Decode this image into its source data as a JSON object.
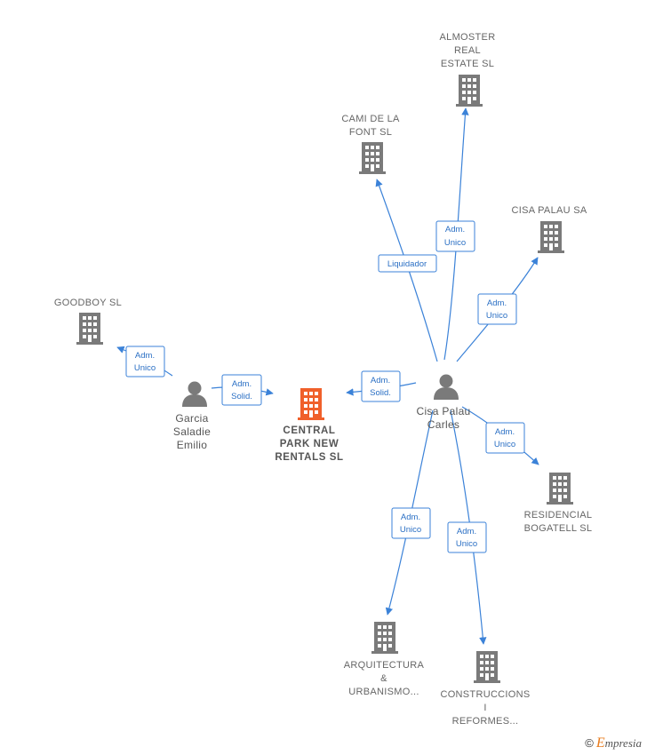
{
  "colors": {
    "edge": "#3b82d8",
    "company": "#7a7a7a",
    "main_company": "#f0602a",
    "person": "#7a7a7a"
  },
  "nodes": {
    "almoster": {
      "lines": [
        "ALMOSTER",
        "REAL",
        "ESTATE  SL"
      ],
      "type": "company"
    },
    "cami": {
      "lines": [
        "CAMI DE LA",
        "FONT  SL"
      ],
      "type": "company"
    },
    "cisa_sa": {
      "lines": [
        "CISA PALAU SA"
      ],
      "type": "company"
    },
    "goodboy": {
      "lines": [
        "GOODBOY SL"
      ],
      "type": "company"
    },
    "central": {
      "lines": [
        "CENTRAL",
        "PARK NEW",
        "RENTALS  SL"
      ],
      "type": "main"
    },
    "garcia": {
      "lines": [
        "Garcia",
        "Saladie",
        "Emilio"
      ],
      "type": "person"
    },
    "cisa_carles": {
      "lines": [
        "Cisa Palau",
        "Carles"
      ],
      "type": "person"
    },
    "residencial": {
      "lines": [
        "RESIDENCIAL",
        "BOGATELL  SL"
      ],
      "type": "company"
    },
    "arquitectura": {
      "lines": [
        "ARQUITECTURA",
        "&",
        "URBANISMO..."
      ],
      "type": "company"
    },
    "construccions": {
      "lines": [
        "CONSTRUCCIONS",
        "I",
        "REFORMES..."
      ],
      "type": "company"
    }
  },
  "edges": {
    "carles_almoster": {
      "role": [
        "Adm.",
        "Unico"
      ]
    },
    "carles_cami": {
      "role": [
        "Liquidador"
      ]
    },
    "carles_cisa_sa": {
      "role": [
        "Adm.",
        "Unico"
      ]
    },
    "carles_central": {
      "role": [
        "Adm.",
        "Solid."
      ]
    },
    "garcia_central": {
      "role": [
        "Adm.",
        "Solid."
      ]
    },
    "garcia_goodboy": {
      "role": [
        "Adm.",
        "Unico"
      ]
    },
    "carles_residencial": {
      "role": [
        "Adm.",
        "Unico"
      ]
    },
    "carles_arquitectura": {
      "role": [
        "Adm.",
        "Unico"
      ]
    },
    "carles_construccions": {
      "role": [
        "Adm.",
        "Unico"
      ]
    }
  },
  "brand": {
    "copyright": "©",
    "e": "E",
    "rest": "mpresia"
  }
}
